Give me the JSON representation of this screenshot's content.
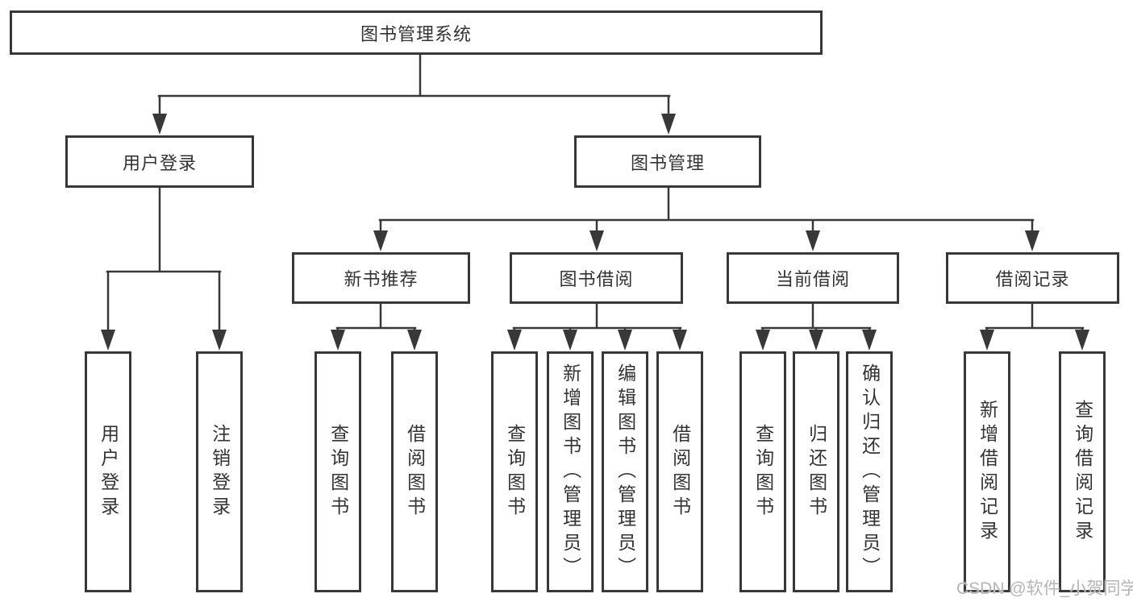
{
  "diagram": {
    "root": {
      "label": "图书管理系统"
    },
    "level2": [
      {
        "label": "用户登录"
      },
      {
        "label": "图书管理"
      }
    ],
    "level3": [
      {
        "label": "新书推荐"
      },
      {
        "label": "图书借阅"
      },
      {
        "label": "当前借阅"
      },
      {
        "label": "借阅记录"
      }
    ],
    "leaves": [
      {
        "label": "用户登录",
        "parent": "用户登录"
      },
      {
        "label": "注销登录",
        "parent": "用户登录"
      },
      {
        "label": "查询图书",
        "parent": "新书推荐"
      },
      {
        "label": "借阅图书",
        "parent": "新书推荐"
      },
      {
        "label": "查询图书",
        "parent": "图书借阅"
      },
      {
        "label": "新增图书（管理员）",
        "parent": "图书借阅"
      },
      {
        "label": "编辑图书（管理员）",
        "parent": "图书借阅"
      },
      {
        "label": "借阅图书",
        "parent": "图书借阅"
      },
      {
        "label": "查询图书",
        "parent": "当前借阅"
      },
      {
        "label": "归还图书",
        "parent": "当前借阅"
      },
      {
        "label": "确认归还（管理员）",
        "parent": "当前借阅"
      },
      {
        "label": "新增借阅记录",
        "parent": "借阅记录"
      },
      {
        "label": "查询借阅记录",
        "parent": "借阅记录"
      }
    ]
  },
  "watermark": {
    "text": "CSDN @软件_小贺同学"
  },
  "colors": {
    "line": "#383838",
    "border": "#383838",
    "text": "#333333",
    "watermark_text": "#b5b5b5",
    "background": "#ffffff"
  }
}
